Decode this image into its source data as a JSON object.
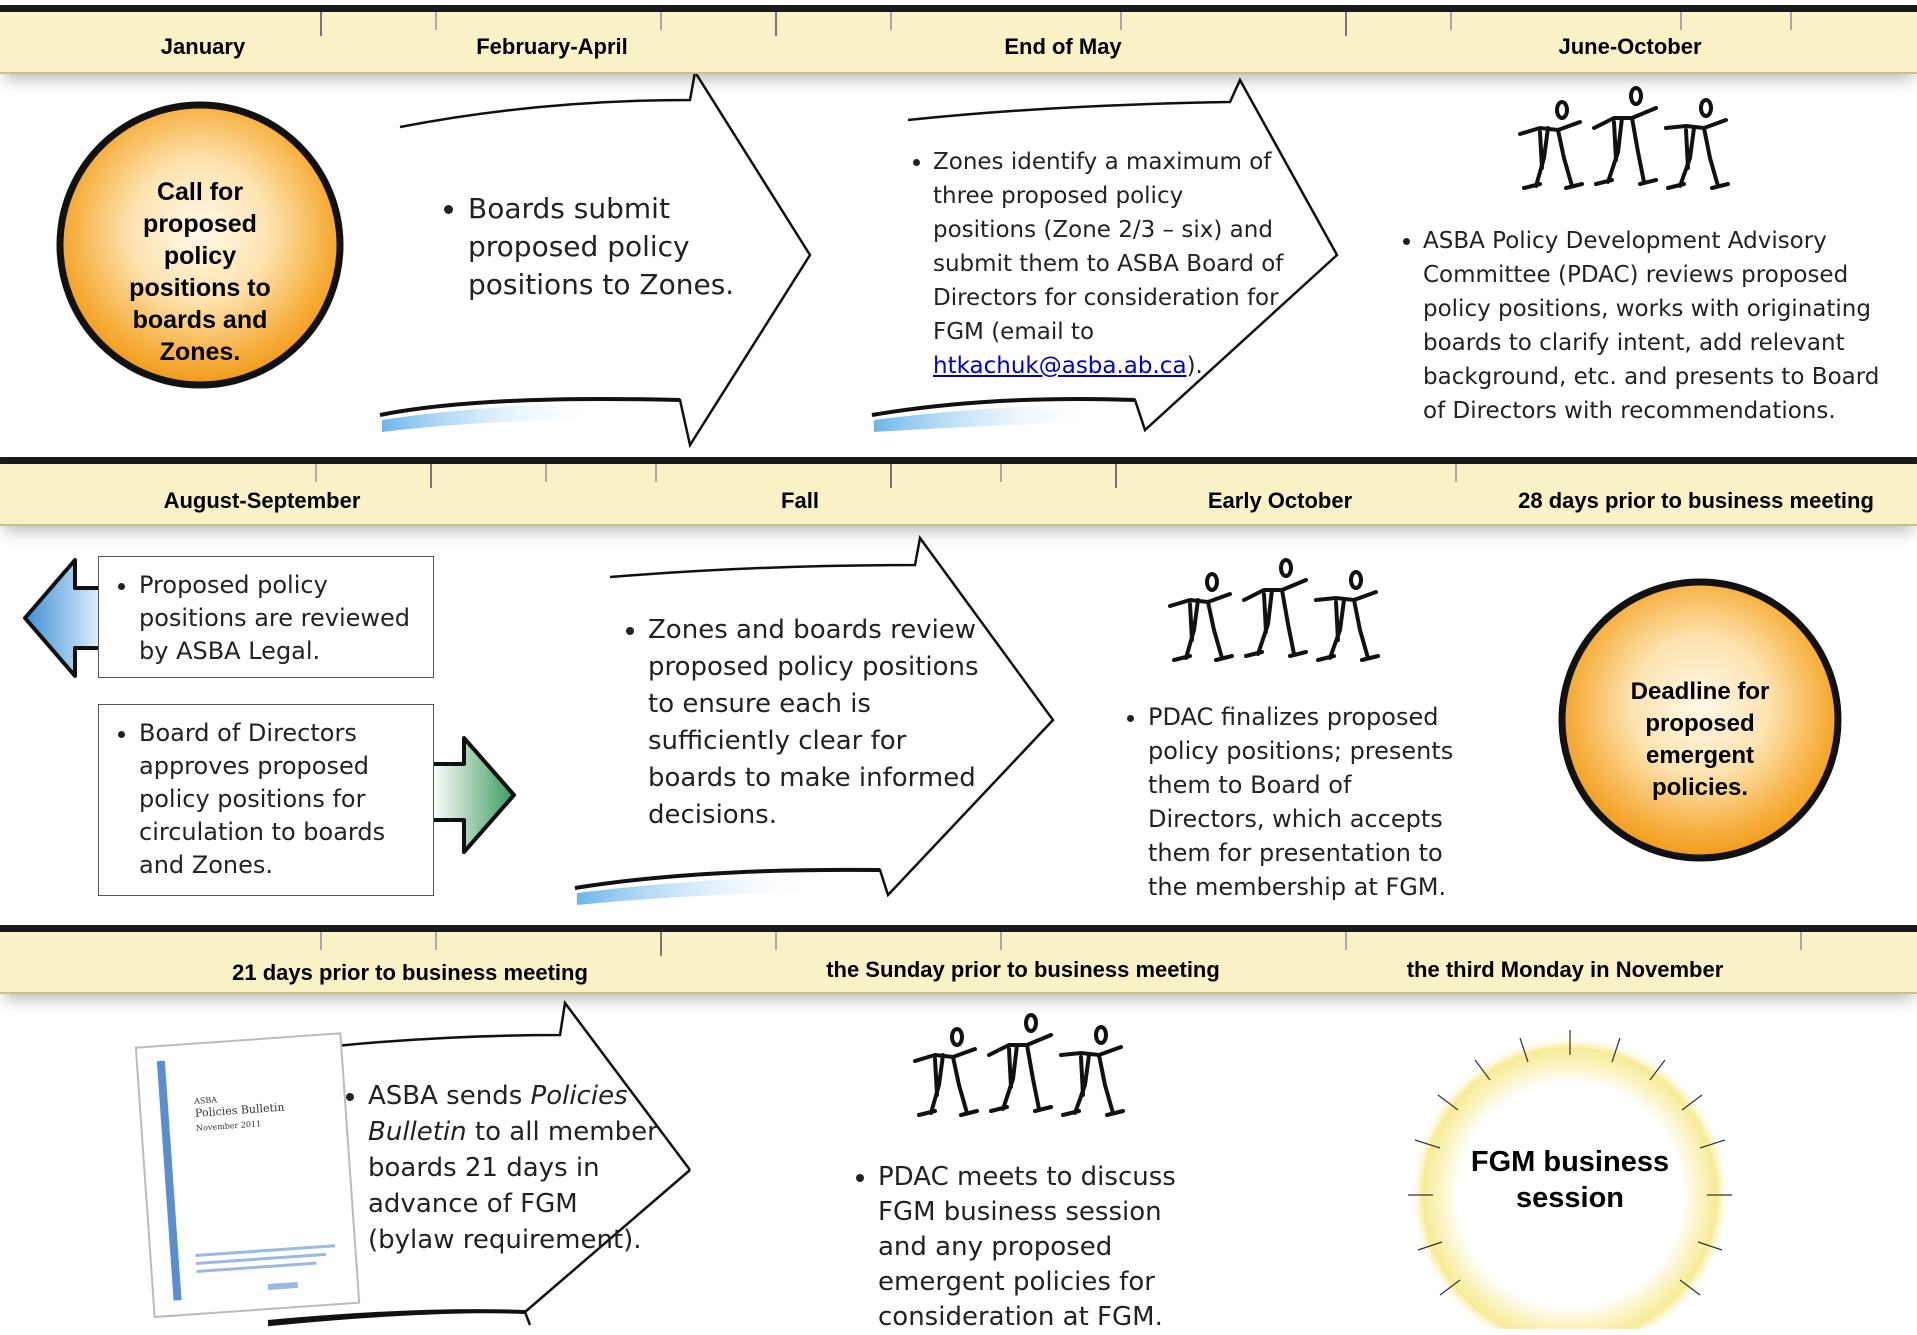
{
  "rows": [
    {
      "labels": [
        "January",
        "February-April",
        "End of May",
        "June-October"
      ],
      "call_circle": "Call for proposed policy positions to boards and Zones.",
      "boards_submit": "Boards submit proposed policy positions to Zones.",
      "zones_identify": "Zones identify a maximum of three proposed policy positions (Zone 2/3 – six) and submit them to ASBA Board of Directors for consideration for FGM (email to ",
      "email": "htkachuk@asba.ab.ca",
      "zones_identify_end": ").",
      "pdac_reviews": "ASBA Policy Development Advisory Committee (PDAC) reviews proposed policy positions, works with originating boards to clarify intent, add relevant background, etc. and presents to Board of Directors with recommendations."
    },
    {
      "labels": [
        "August-September",
        "Fall",
        "Early October",
        "28 days prior to business meeting"
      ],
      "legal_review": "Proposed policy positions are reviewed by ASBA Legal.",
      "board_approves": "Board of Directors approves proposed policy positions for circulation to boards and Zones.",
      "zones_review": "Zones and boards review proposed policy positions to ensure each is sufficiently clear for boards to make informed decisions.",
      "pdac_finalizes": "PDAC finalizes proposed policy positions; presents them to Board of Directors, which accepts them for presentation to the membership at FGM.",
      "deadline_circle": "Deadline for proposed emergent policies."
    },
    {
      "labels": [
        "21 days prior to business meeting",
        "the Sunday prior to business meeting",
        "the third Monday in November"
      ],
      "asba_sends_1": "ASBA sends ",
      "asba_sends_italic": "Policies Bulletin",
      "asba_sends_2": " to all member boards 21 days in advance of FGM (bylaw requirement).",
      "bulletin_title_1": "ASBA",
      "bulletin_title_2": "Policies Bulletin",
      "bulletin_date": "November 2011",
      "pdac_meets": "PDAC meets to discuss FGM business session and any proposed emergent policies for consideration at FGM.",
      "fgm_circle": "FGM business session"
    }
  ],
  "colors": {
    "band": "#f9f2c6",
    "circle_orange": "#f6a623",
    "circle_glow": "#f7e98a",
    "arrow_blue": "#6fb7e9",
    "arrow_green": "#5cae7c"
  },
  "icons": [
    "figures-icon",
    "bulletin-document-icon",
    "arrow-left-icon",
    "arrow-right-icon"
  ]
}
